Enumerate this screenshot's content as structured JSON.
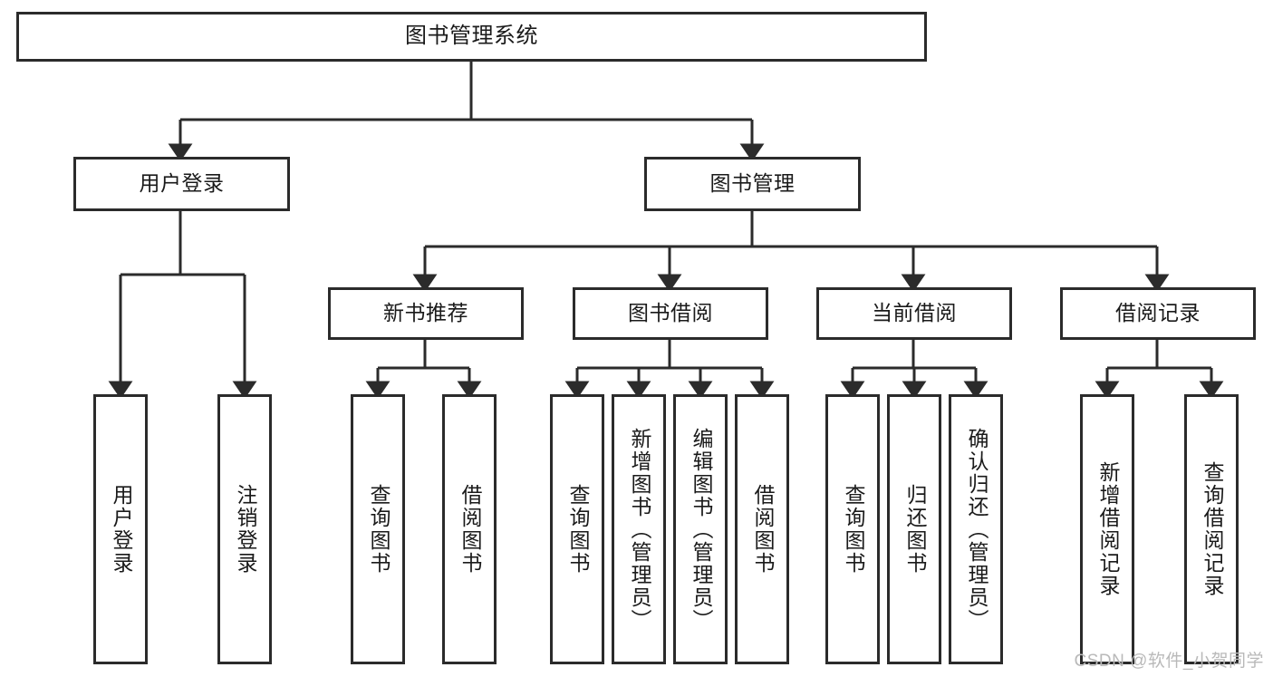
{
  "diagram": {
    "title": "图书管理系统",
    "type": "tree-hierarchy-chart",
    "orientation": "top-down",
    "colors": {
      "box_border": "#2b2b2b",
      "box_fill": "#ffffff",
      "connector": "#2b2b2b",
      "text": "#1a1a1a",
      "background": "#ffffff",
      "watermark": "#b9b9b9"
    },
    "watermark": "CSDN @软件_小贺同学"
  },
  "nodes": {
    "root": {
      "label": "图书管理系统"
    },
    "level2": [
      {
        "id": "user-login",
        "label": "用户登录"
      },
      {
        "id": "book-manage",
        "label": "图书管理"
      }
    ],
    "level3": [
      {
        "id": "new-book-recommend",
        "label": "新书推荐"
      },
      {
        "id": "book-borrow",
        "label": "图书借阅"
      },
      {
        "id": "current-borrow",
        "label": "当前借阅"
      },
      {
        "id": "borrow-record",
        "label": "借阅记录"
      }
    ],
    "leaves": {
      "user_login": [
        {
          "id": "leaf-user-login",
          "label": "用户登录"
        },
        {
          "id": "leaf-logout-login",
          "label": "注销登录"
        }
      ],
      "new_book_recommend": [
        {
          "id": "leaf-query-book-1",
          "label": "查询图书"
        },
        {
          "id": "leaf-borrow-book-1",
          "label": "借阅图书"
        }
      ],
      "book_borrow": [
        {
          "id": "leaf-query-book-2",
          "label": "查询图书"
        },
        {
          "id": "leaf-add-book",
          "label": "新增图书（管理员）"
        },
        {
          "id": "leaf-edit-book",
          "label": "编辑图书（管理员）"
        },
        {
          "id": "leaf-borrow-book-2",
          "label": "借阅图书"
        }
      ],
      "current_borrow": [
        {
          "id": "leaf-query-book-3",
          "label": "查询图书"
        },
        {
          "id": "leaf-return-book",
          "label": "归还图书"
        },
        {
          "id": "leaf-confirm-return",
          "label": "确认归还（管理员）"
        }
      ],
      "borrow_record": [
        {
          "id": "leaf-add-record",
          "label": "新增借阅记录"
        },
        {
          "id": "leaf-query-record",
          "label": "查询借阅记录"
        }
      ]
    }
  }
}
